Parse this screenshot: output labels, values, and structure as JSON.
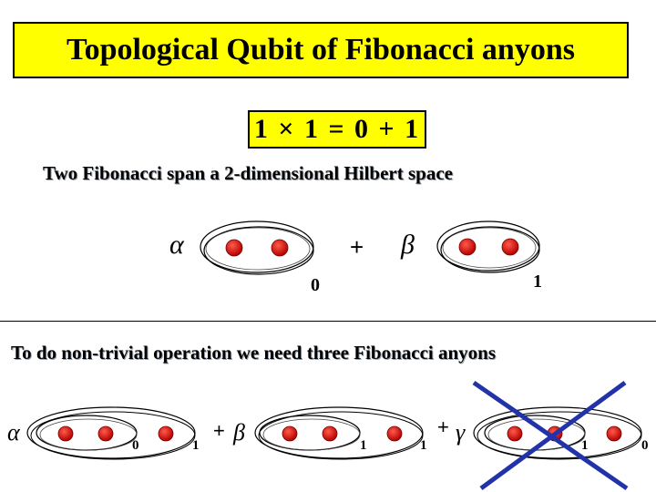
{
  "title": "Topological Qubit of Fibonacci anyons",
  "fusion_rule": "1 × 1 = 0 + 1",
  "caption_two": "Two Fibonacci span a 2-dimensional Hilbert space",
  "caption_three": "To do non-trivial operation we need three Fibonacci anyons",
  "two_anyon_states": [
    {
      "coefficient": "α",
      "label": "0"
    },
    {
      "coefficient": "β",
      "label": "1"
    }
  ],
  "plus_sign": "+",
  "three_anyon_states": [
    {
      "coefficient": "α",
      "inner_label": "0",
      "outer_label": "1"
    },
    {
      "coefficient": "β",
      "inner_label": "1",
      "outer_label": "1"
    },
    {
      "coefficient": "γ",
      "inner_label": "1",
      "outer_label": "0",
      "crossed_out": true
    }
  ],
  "colors": {
    "title_background": "#ffff00",
    "anyon_fill": "#cc0000",
    "cross_color": "#2233aa"
  }
}
